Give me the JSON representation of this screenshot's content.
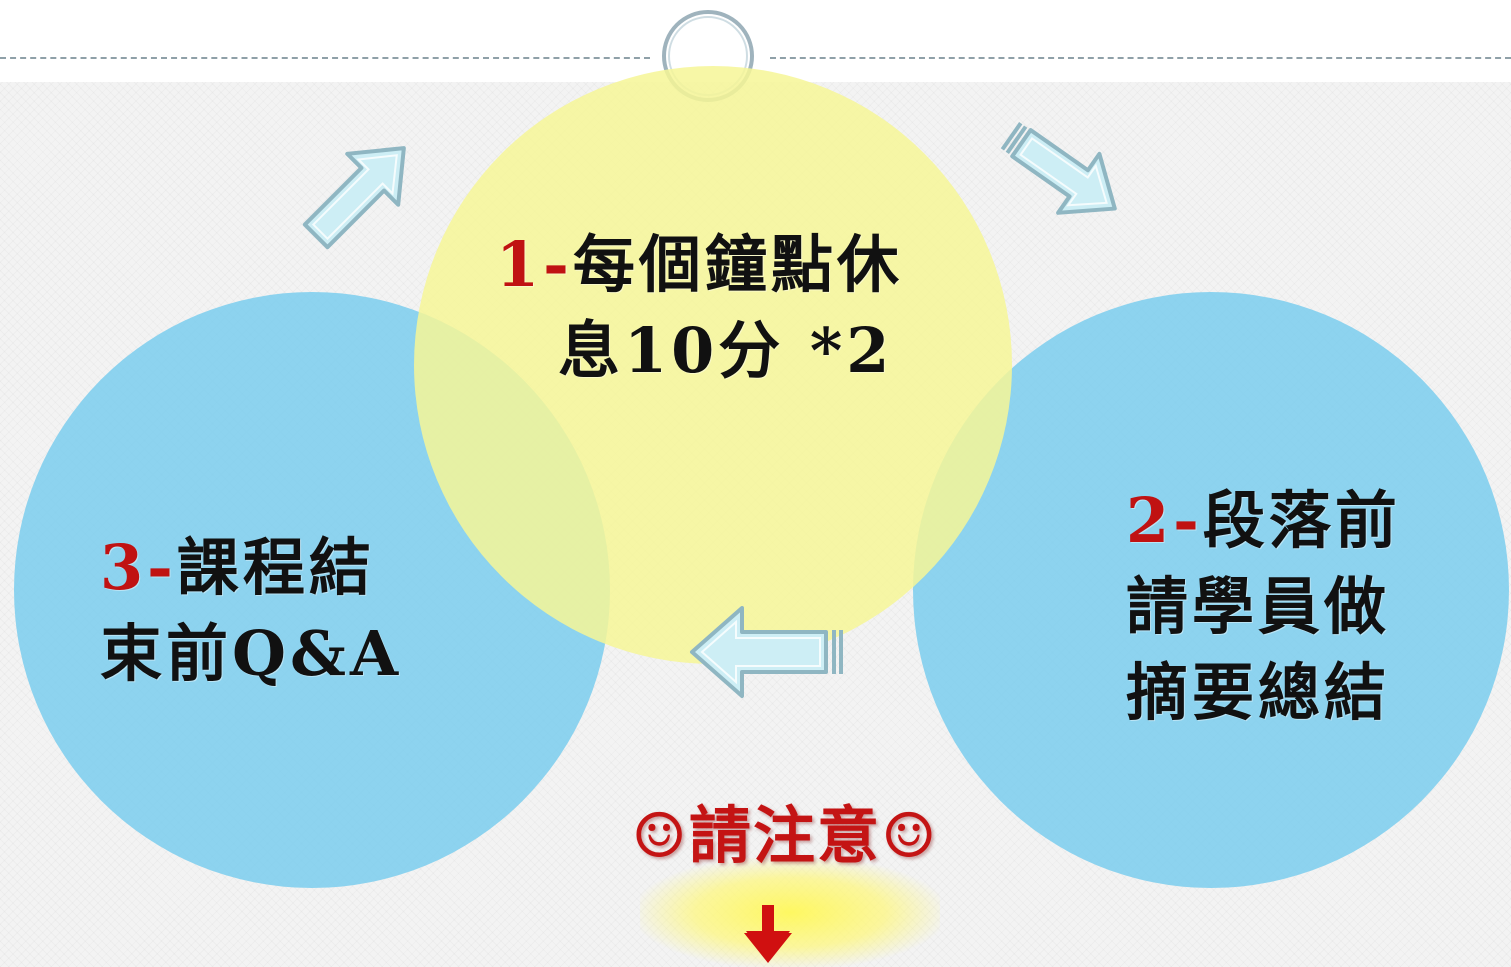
{
  "step1": {
    "number": "1-",
    "line1": "每個鐘點休",
    "line2": "息10分 *2"
  },
  "step2": {
    "number": "2-",
    "line1": "段落前",
    "line2": "請學員做",
    "line3": "摘要總結"
  },
  "step3": {
    "number": "3-",
    "line1": "課程結",
    "line2": "束前Q&A"
  },
  "notice": {
    "text": "☺請注意☺"
  },
  "colors": {
    "yellow_circle": "#f6f696",
    "blue_circle": "#76ccee",
    "overlap": "#8fd8c4",
    "step_number": "#c01212",
    "notice_text": "#c41414",
    "arrow_fill": "#cdeef5",
    "arrow_stroke": "#8fb6c2",
    "down_arrow": "#d01010"
  },
  "icons": {
    "cycle_arrows": [
      "arrow-up-right-icon",
      "arrow-down-right-icon",
      "arrow-left-icon"
    ],
    "notice_arrow": "arrow-down-icon"
  }
}
